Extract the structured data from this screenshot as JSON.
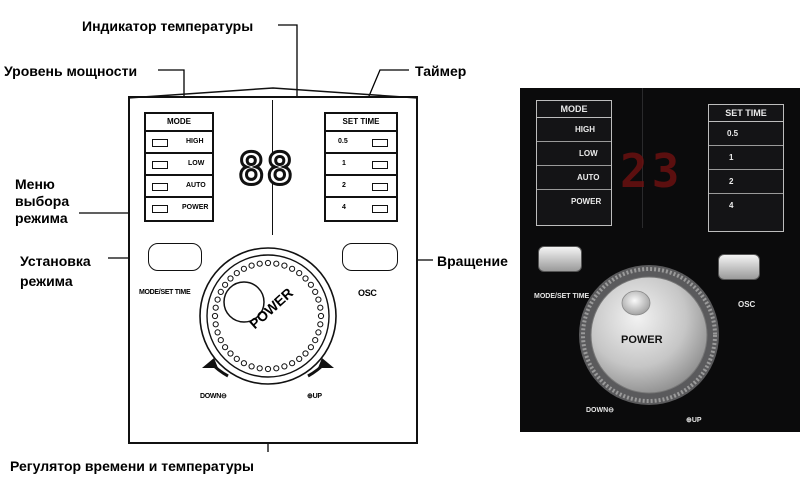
{
  "callouts": {
    "temp_indicator": "Индикатор температуры",
    "power_level": "Уровень мощности",
    "timer": "Таймер",
    "mode_menu_1": "Меню",
    "mode_menu_2": "выбора",
    "mode_menu_3": "режима",
    "mode_set_1": "Установка",
    "mode_set_2": "режима",
    "rotation": "Вращение",
    "regulator": "Регулятор времени и температуры"
  },
  "schematic": {
    "mode_header": "MODE",
    "mode_items": [
      "HIGH",
      "LOW",
      "AUTO",
      "POWER"
    ],
    "set_time_header": "SET TIME",
    "set_time_items": [
      "0.5",
      "1",
      "2",
      "4"
    ],
    "display_value": "88",
    "mode_set_label": "MODE/SET TIME",
    "osc_label": "OSC",
    "dial_label": "POWER",
    "down_label": "DOWN⊖",
    "up_label": "⊕UP"
  },
  "photo": {
    "mode_header": "MODE",
    "mode_items": [
      "HIGH",
      "LOW",
      "AUTO",
      "POWER"
    ],
    "set_time_header": "SET TIME",
    "set_time_items": [
      "0.5",
      "1",
      "2",
      "4"
    ],
    "display_value": "23",
    "mode_set_label": "MODE/SET TIME",
    "osc_label": "OSC",
    "dial_label": "POWER",
    "down_label": "DOWN⊖",
    "up_label": "⊕UP"
  },
  "colors": {
    "display_red": "#8a1414",
    "photo_bg": "#0b0b0c"
  }
}
